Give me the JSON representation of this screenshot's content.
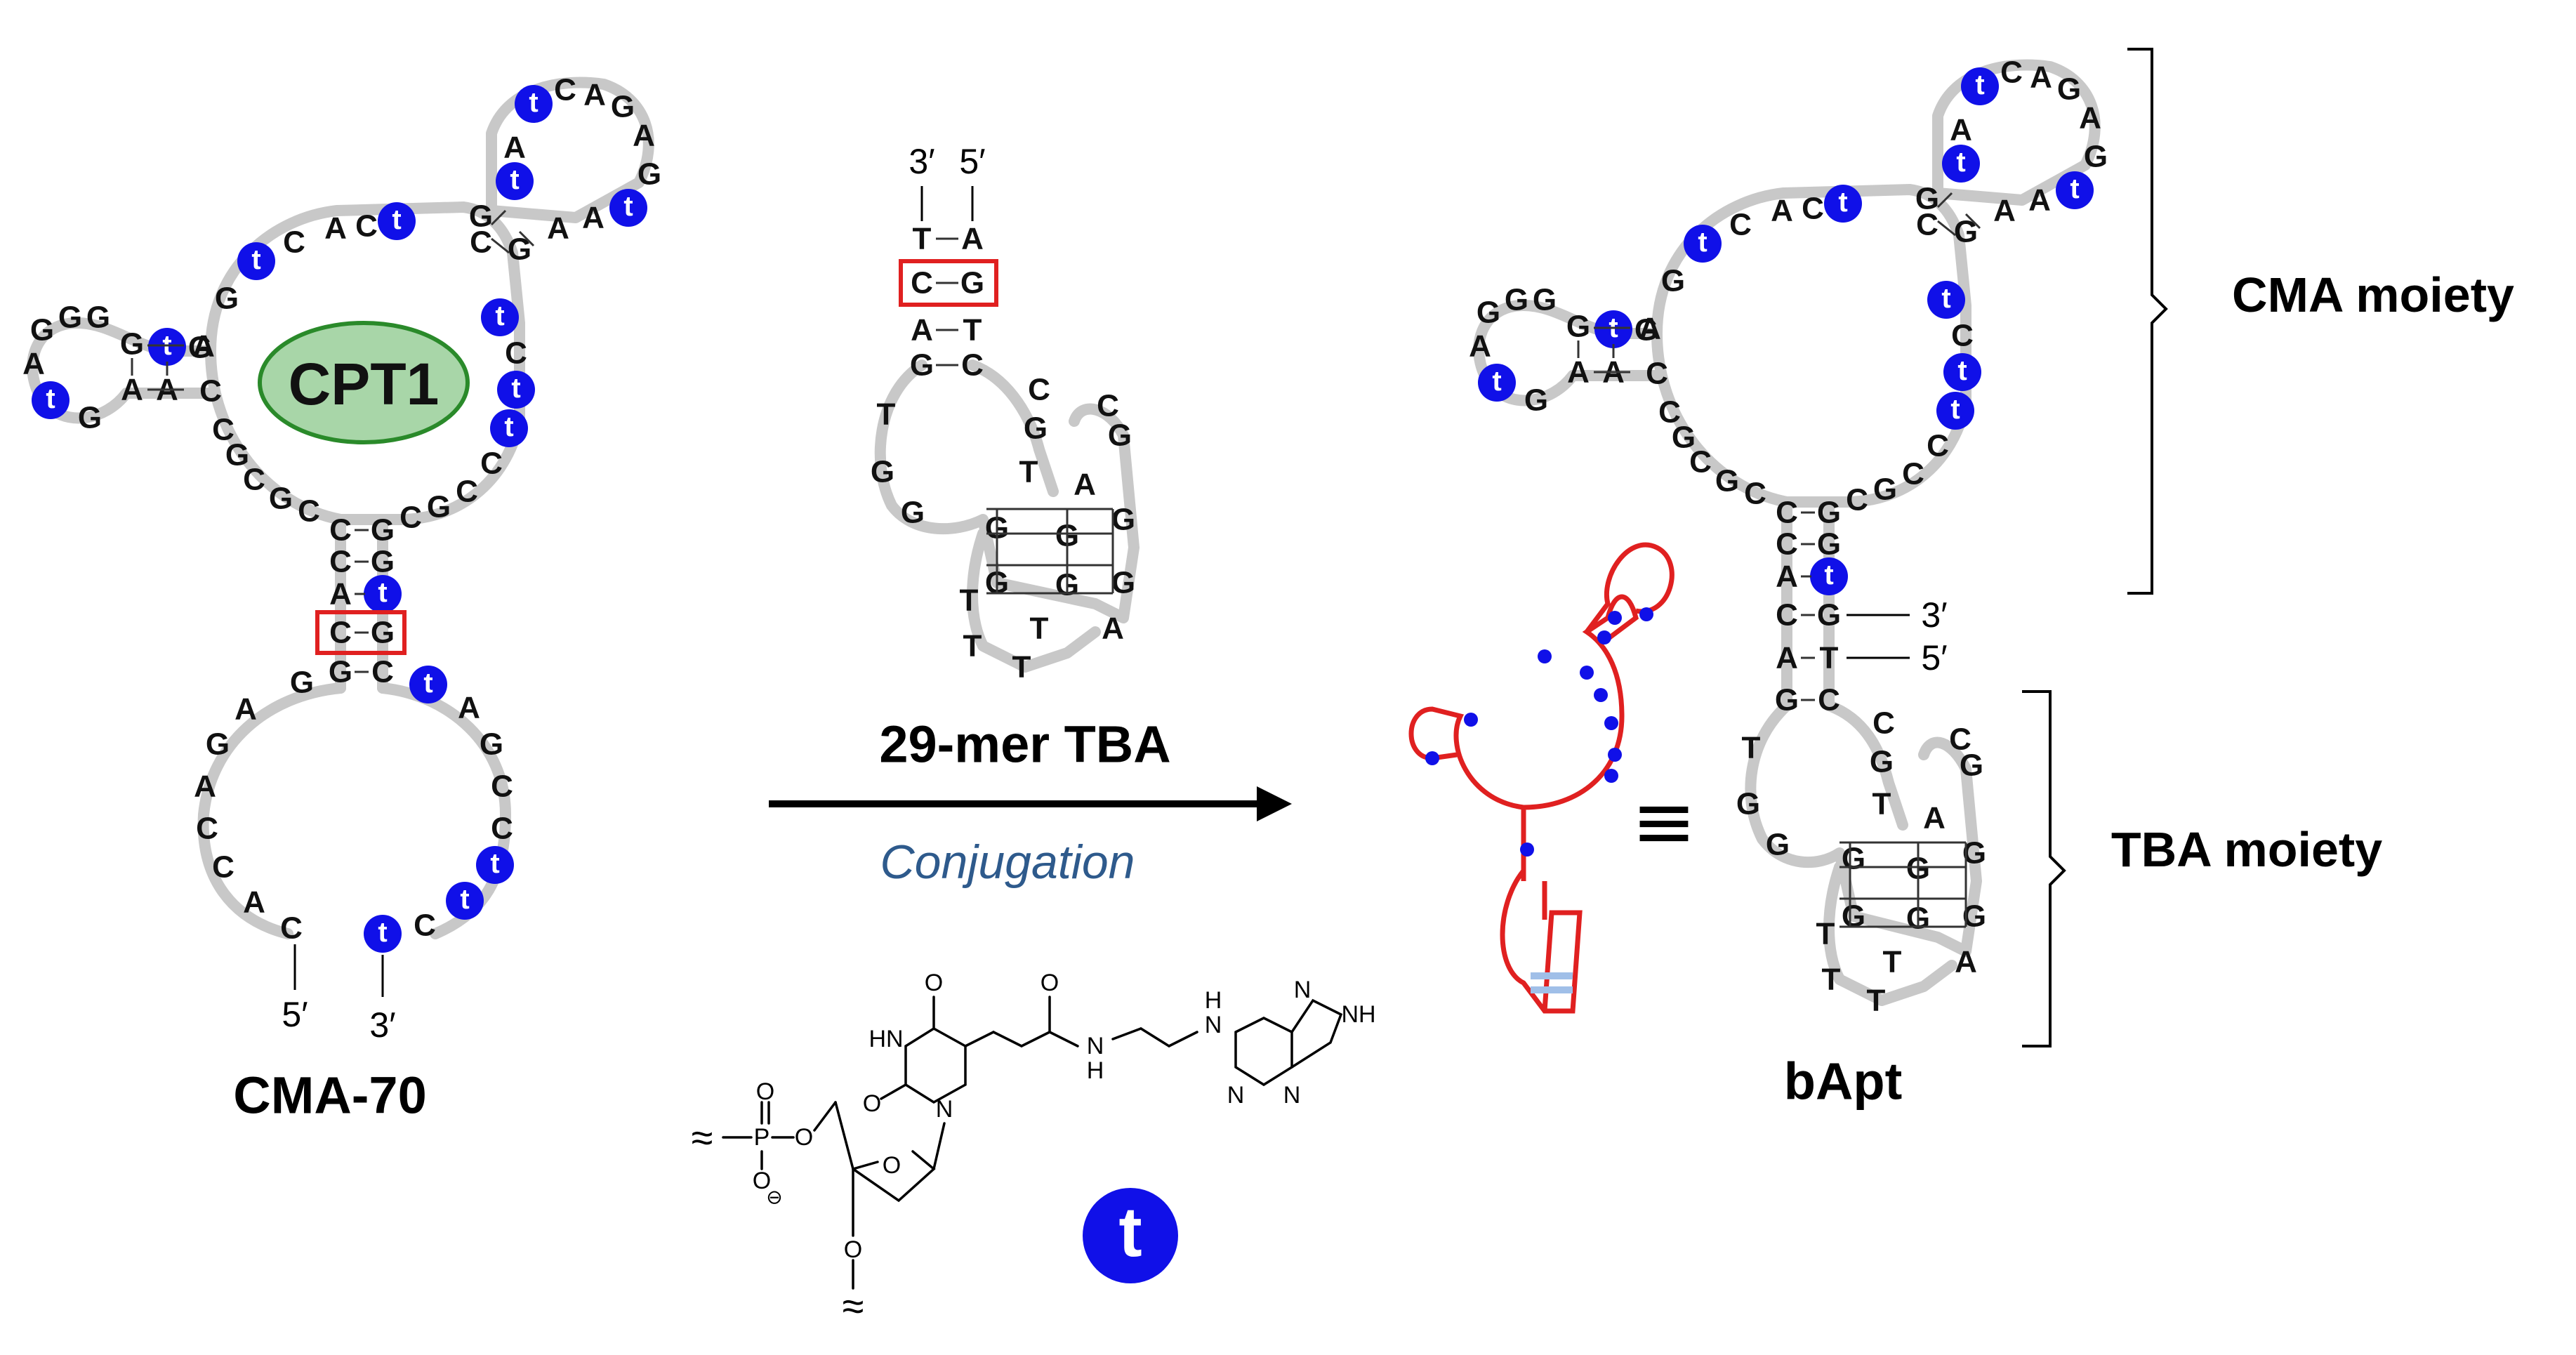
{
  "colors": {
    "modified_nucleotide": "#1010e8",
    "backbone": "#c8c8c8",
    "highlight_box": "#e02020",
    "cpt1_fill": "#a8d6a8",
    "cpt1_stroke": "#2a8a2a",
    "schematic": "#e02020",
    "conjugation_text": "#2e5a8c"
  },
  "labels": {
    "cma70": "CMA-70",
    "tba": "29-mer TBA",
    "bapt": "bApt",
    "conjugation": "Conjugation",
    "cpt1": "CPT1",
    "cma_moiety": "CMA moiety",
    "tba_moiety": "TBA moiety",
    "equivalence": "≡",
    "modified_symbol": "t"
  },
  "ends": {
    "five_prime": "5′",
    "three_prime": "3′"
  },
  "chem": {
    "o": "O",
    "hn": "HN",
    "n": "N",
    "nh": "NH",
    "h": "H",
    "p": "P",
    "minus": "⊖",
    "wavy": "≈"
  },
  "nucleotides": {
    "cma": {
      "loop_top": [
        "C",
        "A",
        "G",
        "A",
        "G"
      ],
      "junction": [
        "G",
        "A",
        "C",
        "A",
        "A",
        "G",
        "C"
      ],
      "left_hairpin": [
        "G",
        "G",
        "A",
        "G",
        "G",
        "G",
        "A"
      ],
      "big_loop_letters": [
        "C",
        "A",
        "G",
        "A",
        "C",
        "C",
        "C",
        "G",
        "C",
        "C",
        "G",
        "A",
        "C",
        "G"
      ],
      "stem": [
        "C",
        "G",
        "C",
        "G",
        "A",
        "C",
        "G",
        "G",
        "C"
      ],
      "bottom_loop": [
        "G",
        "A",
        "G",
        "A",
        "C",
        "C",
        "A",
        "C",
        "A",
        "G",
        "C",
        "C",
        "C",
        "G",
        "G"
      ]
    },
    "tba": {
      "stem": [
        "T",
        "A",
        "C",
        "G",
        "A",
        "T",
        "G",
        "C"
      ],
      "left": [
        "T",
        "G",
        "G",
        "G",
        "T",
        "T"
      ],
      "right": [
        "C",
        "G",
        "G",
        "T",
        "A",
        "G",
        "G",
        "G",
        "A",
        "C",
        "T"
      ]
    }
  }
}
